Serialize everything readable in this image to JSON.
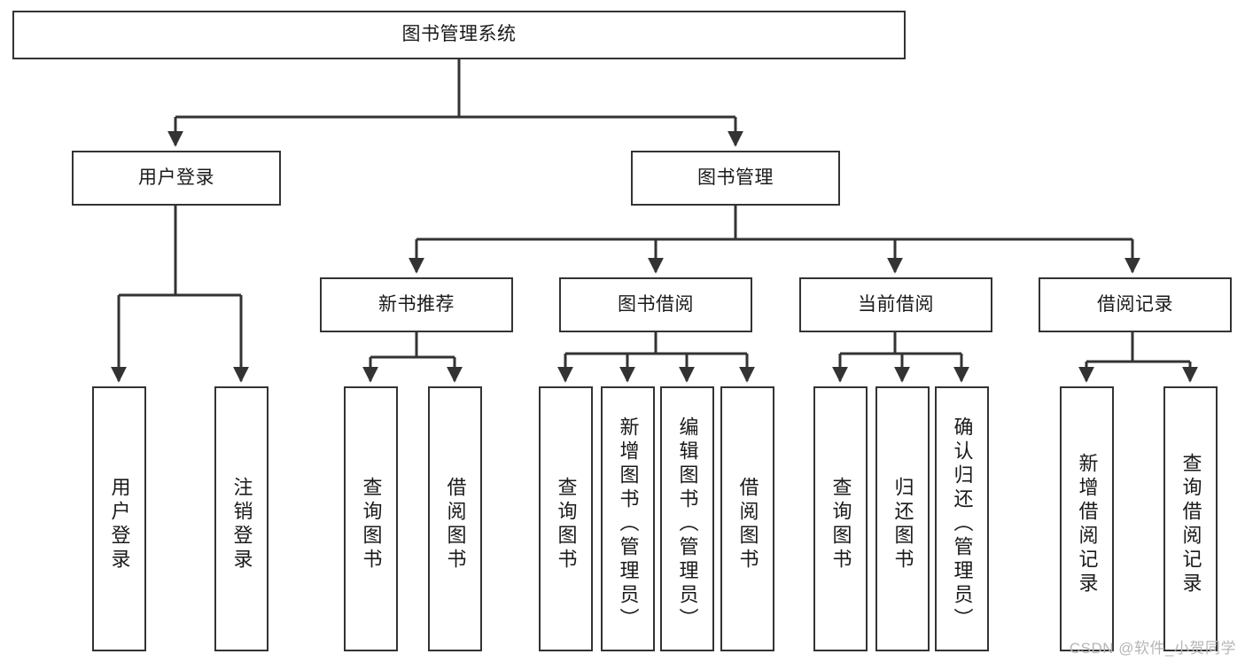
{
  "diagram": {
    "title": "图书管理系统",
    "watermark": "CSDN @软件_小贺同学",
    "type": "tree-hierarchy-diagram",
    "colors": {
      "box_border": "#333333",
      "box_fill": "#ffffff",
      "connector": "#333333",
      "text": "#1a1a1a",
      "watermark": "#b6b6b6",
      "background": "#ffffff"
    },
    "levels": {
      "root": {
        "label": "图书管理系统"
      },
      "level2": [
        {
          "id": "user-login",
          "label": "用户登录"
        },
        {
          "id": "book-management",
          "label": "图书管理"
        }
      ],
      "level3": [
        {
          "id": "new-book-recommend",
          "label": "新书推荐",
          "parent": "book-management"
        },
        {
          "id": "book-borrow",
          "label": "图书借阅",
          "parent": "book-management"
        },
        {
          "id": "current-borrow",
          "label": "当前借阅",
          "parent": "book-management"
        },
        {
          "id": "borrow-record",
          "label": "借阅记录",
          "parent": "book-management"
        }
      ],
      "leaves": [
        {
          "id": "leaf-user-login",
          "label": "用户登录",
          "parent": "user-login"
        },
        {
          "id": "leaf-logout-login",
          "label": "注销登录",
          "parent": "user-login"
        },
        {
          "id": "leaf-query-book-1",
          "label": "查询图书",
          "parent": "new-book-recommend"
        },
        {
          "id": "leaf-borrow-book-1",
          "label": "借阅图书",
          "parent": "new-book-recommend"
        },
        {
          "id": "leaf-query-book-2",
          "label": "查询图书",
          "parent": "book-borrow"
        },
        {
          "id": "leaf-add-book",
          "label": "新增图书（管理员）",
          "parent": "book-borrow"
        },
        {
          "id": "leaf-edit-book",
          "label": "编辑图书（管理员）",
          "parent": "book-borrow"
        },
        {
          "id": "leaf-borrow-book-2",
          "label": "借阅图书",
          "parent": "book-borrow"
        },
        {
          "id": "leaf-query-book-3",
          "label": "查询图书",
          "parent": "current-borrow"
        },
        {
          "id": "leaf-return-book",
          "label": "归还图书",
          "parent": "current-borrow"
        },
        {
          "id": "leaf-confirm-return",
          "label": "确认归还（管理员）",
          "parent": "current-borrow"
        },
        {
          "id": "leaf-add-record",
          "label": "新增借阅记录",
          "parent": "borrow-record"
        },
        {
          "id": "leaf-query-record",
          "label": "查询借阅记录",
          "parent": "borrow-record"
        }
      ]
    }
  }
}
